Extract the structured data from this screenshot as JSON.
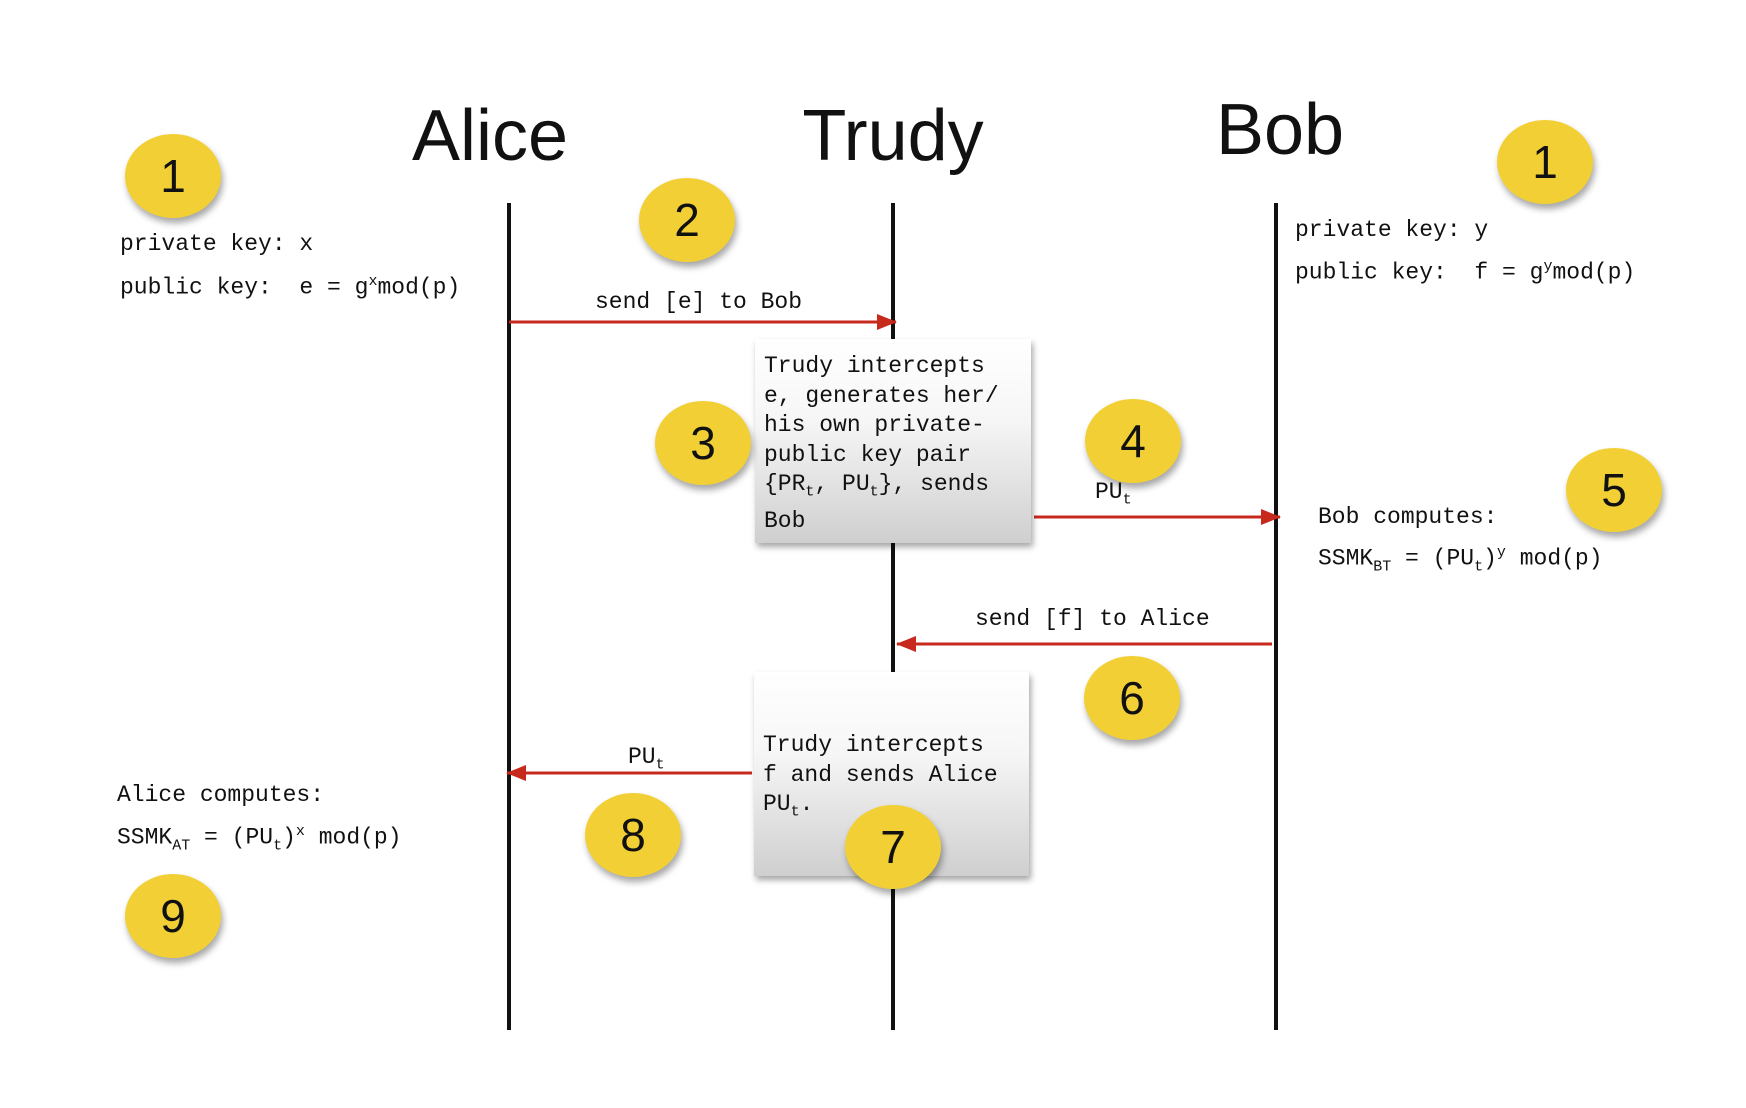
{
  "participants": {
    "alice": "Alice",
    "trudy": "Trudy",
    "bob": "Bob"
  },
  "alice_keys": {
    "private": "private key: x",
    "public_prefix": "public key:  e = g",
    "public_exp": "x",
    "public_suffix": "mod(p)"
  },
  "bob_keys": {
    "private": "private key: y",
    "public_prefix": "public key:  f = g",
    "public_exp": "y",
    "public_suffix": "mod(p)"
  },
  "messages": {
    "send_e": "send [e] to Bob",
    "send_f": "send [f] to Alice",
    "put_to_bob": {
      "base": "PU",
      "sub": "t"
    },
    "put_to_alice": {
      "base": "PU",
      "sub": "t"
    }
  },
  "box1": {
    "line1": "Trudy intercepts",
    "line2": "e, generates her/",
    "line3": "his own private-",
    "line4": "public key pair",
    "line5_a": "{PR",
    "line5_sub1": "t",
    "line5_b": ", PU",
    "line5_sub2": "t",
    "line5_c": "}, sends",
    "line6": "Bob"
  },
  "box2": {
    "line1": "Trudy intercepts",
    "line2": "f and sends Alice",
    "line3_a": "PU",
    "line3_sub": "t",
    "line3_b": "."
  },
  "bob_computes": {
    "heading": "Bob computes:",
    "a": "SSMK",
    "sub": "BT",
    "b": " = (PU",
    "sub2": "t",
    "c": ")",
    "exp": "y",
    "d": " mod(p)"
  },
  "alice_computes": {
    "heading": "Alice computes:",
    "a": "SSMK",
    "sub": "AT",
    "b": " = (PU",
    "sub2": "t",
    "c": ")",
    "exp": "x",
    "d": " mod(p)"
  },
  "steps": {
    "alice_1": "1",
    "bob_1": "1",
    "s2": "2",
    "s3": "3",
    "s4": "4",
    "s5": "5",
    "s6": "6",
    "s7": "7",
    "s8": "8",
    "s9": "9"
  },
  "colors": {
    "arrow": "#c8291d",
    "badge": "#f2d035",
    "lifeline": "#111111"
  }
}
